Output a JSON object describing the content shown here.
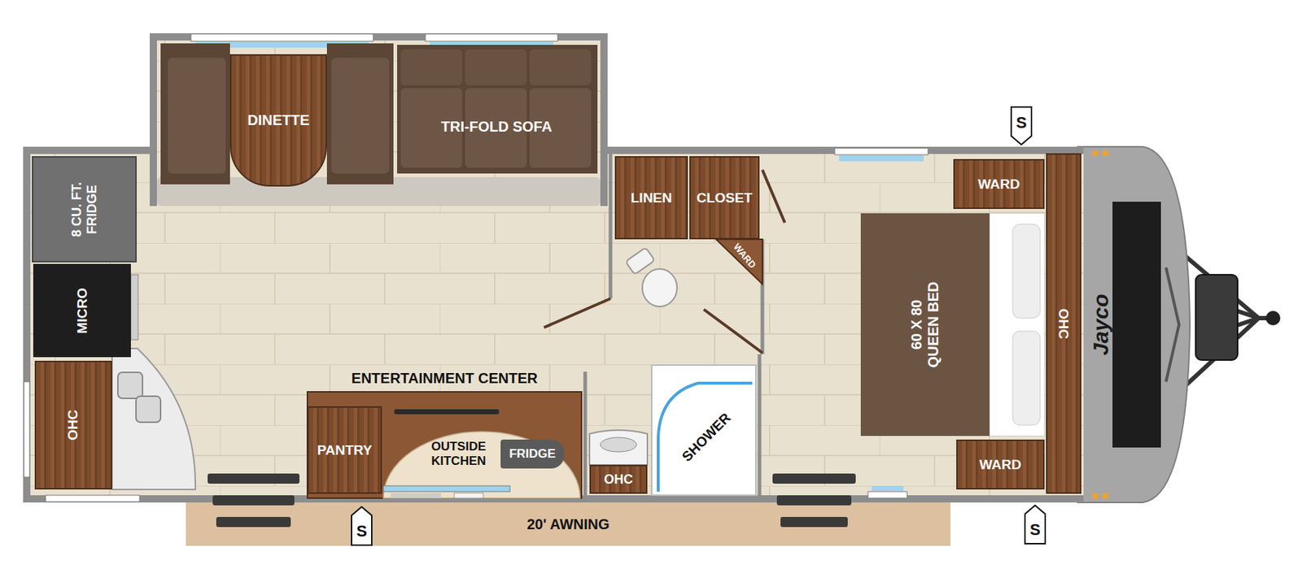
{
  "diagram": {
    "nodes": [
      {
        "text": [
          "DINETTE"
        ]
      },
      {
        "text": [
          "TRI-FOLD SOFA"
        ]
      },
      {
        "text": [
          "8 CU. FT. FRIDGE"
        ]
      },
      {
        "text": [
          "MICRO"
        ]
      },
      {
        "text": [
          "OHC"
        ]
      },
      {
        "text": [
          "LINEN"
        ]
      },
      {
        "text": [
          "CLOSET"
        ]
      },
      {
        "text": [
          "WARD"
        ]
      },
      {
        "text": [
          "60 X 80 QUEEN BED"
        ]
      },
      {
        "text": [
          "WARD"
        ]
      },
      {
        "text": [
          "OHC"
        ]
      },
      {
        "text": [
          "WARD"
        ]
      },
      {
        "text": [
          "S"
        ]
      },
      {
        "text": [
          "ENTERTAINMENT CENTER"
        ]
      },
      {
        "text": [
          "PANTRY"
        ],
        "in": 13
      },
      {
        "text": [
          "OUTSIDE KITCHEN"
        ],
        "in": 13
      },
      {
        "text": [
          "FRIDGE"
        ],
        "in": 13
      },
      {
        "text": [
          "OHC"
        ]
      },
      {
        "text": [
          "SHOWER"
        ]
      },
      {
        "text": [
          "20' AWNING"
        ]
      },
      {
        "text": [
          "S"
        ],
        "in": 19
      },
      {
        "text": [
          "S"
        ]
      }
    ],
    "labels": [
      "Jayco"
    ]
  }
}
